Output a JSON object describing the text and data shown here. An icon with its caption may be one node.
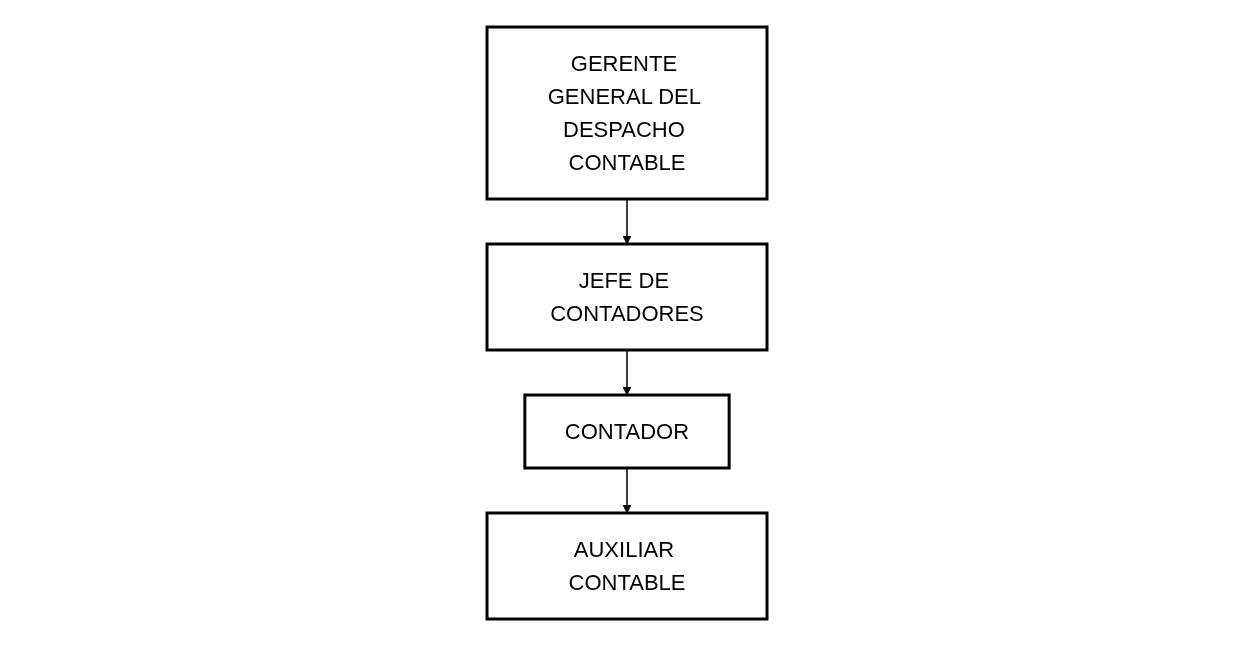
{
  "diagram": {
    "nodes": [
      {
        "text": [
          "GERENTE GENERAL DEL DESPACHO CONTABLE"
        ]
      },
      {
        "text": [
          "JEFE DE CONTADORES"
        ]
      },
      {
        "text": [
          "CONTADOR"
        ]
      },
      {
        "text": [
          "AUXILIAR CONTABLE"
        ]
      }
    ],
    "edges": [
      {
        "from": 0,
        "to": 1,
        "arrow": "to"
      },
      {
        "from": 1,
        "to": 2,
        "arrow": "to"
      },
      {
        "from": 2,
        "to": 3,
        "arrow": "to"
      }
    ]
  }
}
